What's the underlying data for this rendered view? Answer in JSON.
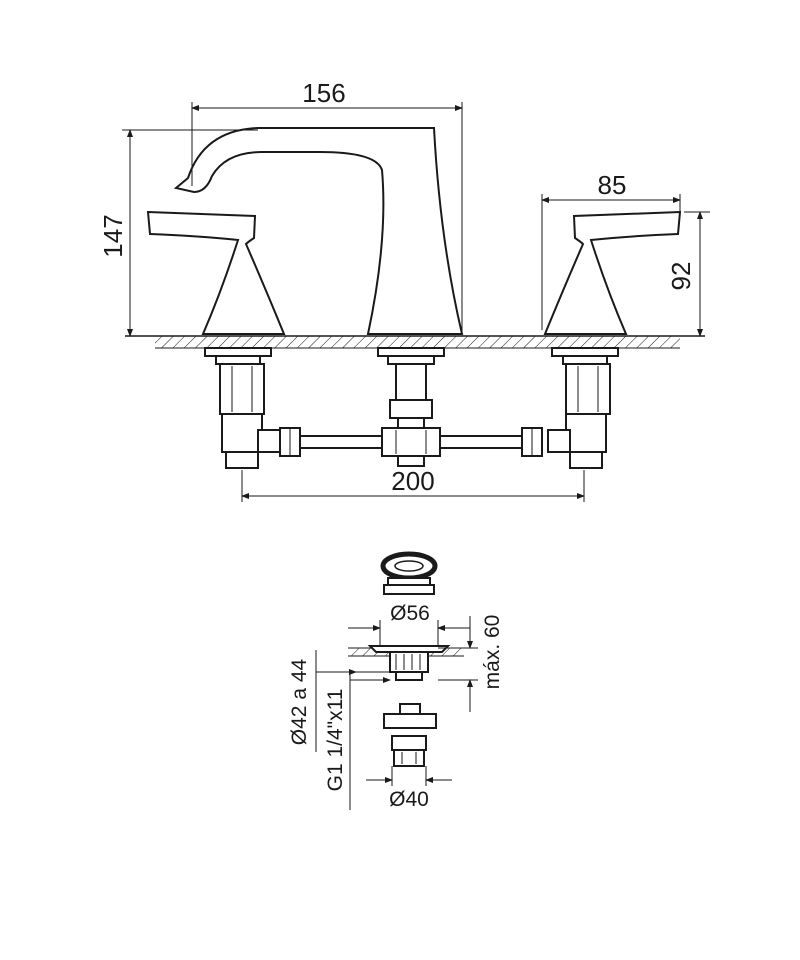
{
  "faucet": {
    "dims": {
      "spout_reach": "156",
      "spout_height": "147",
      "handle_width": "85",
      "handle_height": "92",
      "center_spacing": "200"
    }
  },
  "drain": {
    "dims": {
      "flange_diameter": "Ø56",
      "max_thickness": "máx. 60",
      "hole_range": "Ø42 a 44",
      "thread": "G1 1/4\"x11",
      "body_diameter": "Ø40"
    }
  },
  "colors": {
    "line": "#1a1a1a",
    "fill": "#ffffff",
    "hatch_fill": "#bdbdbd"
  }
}
